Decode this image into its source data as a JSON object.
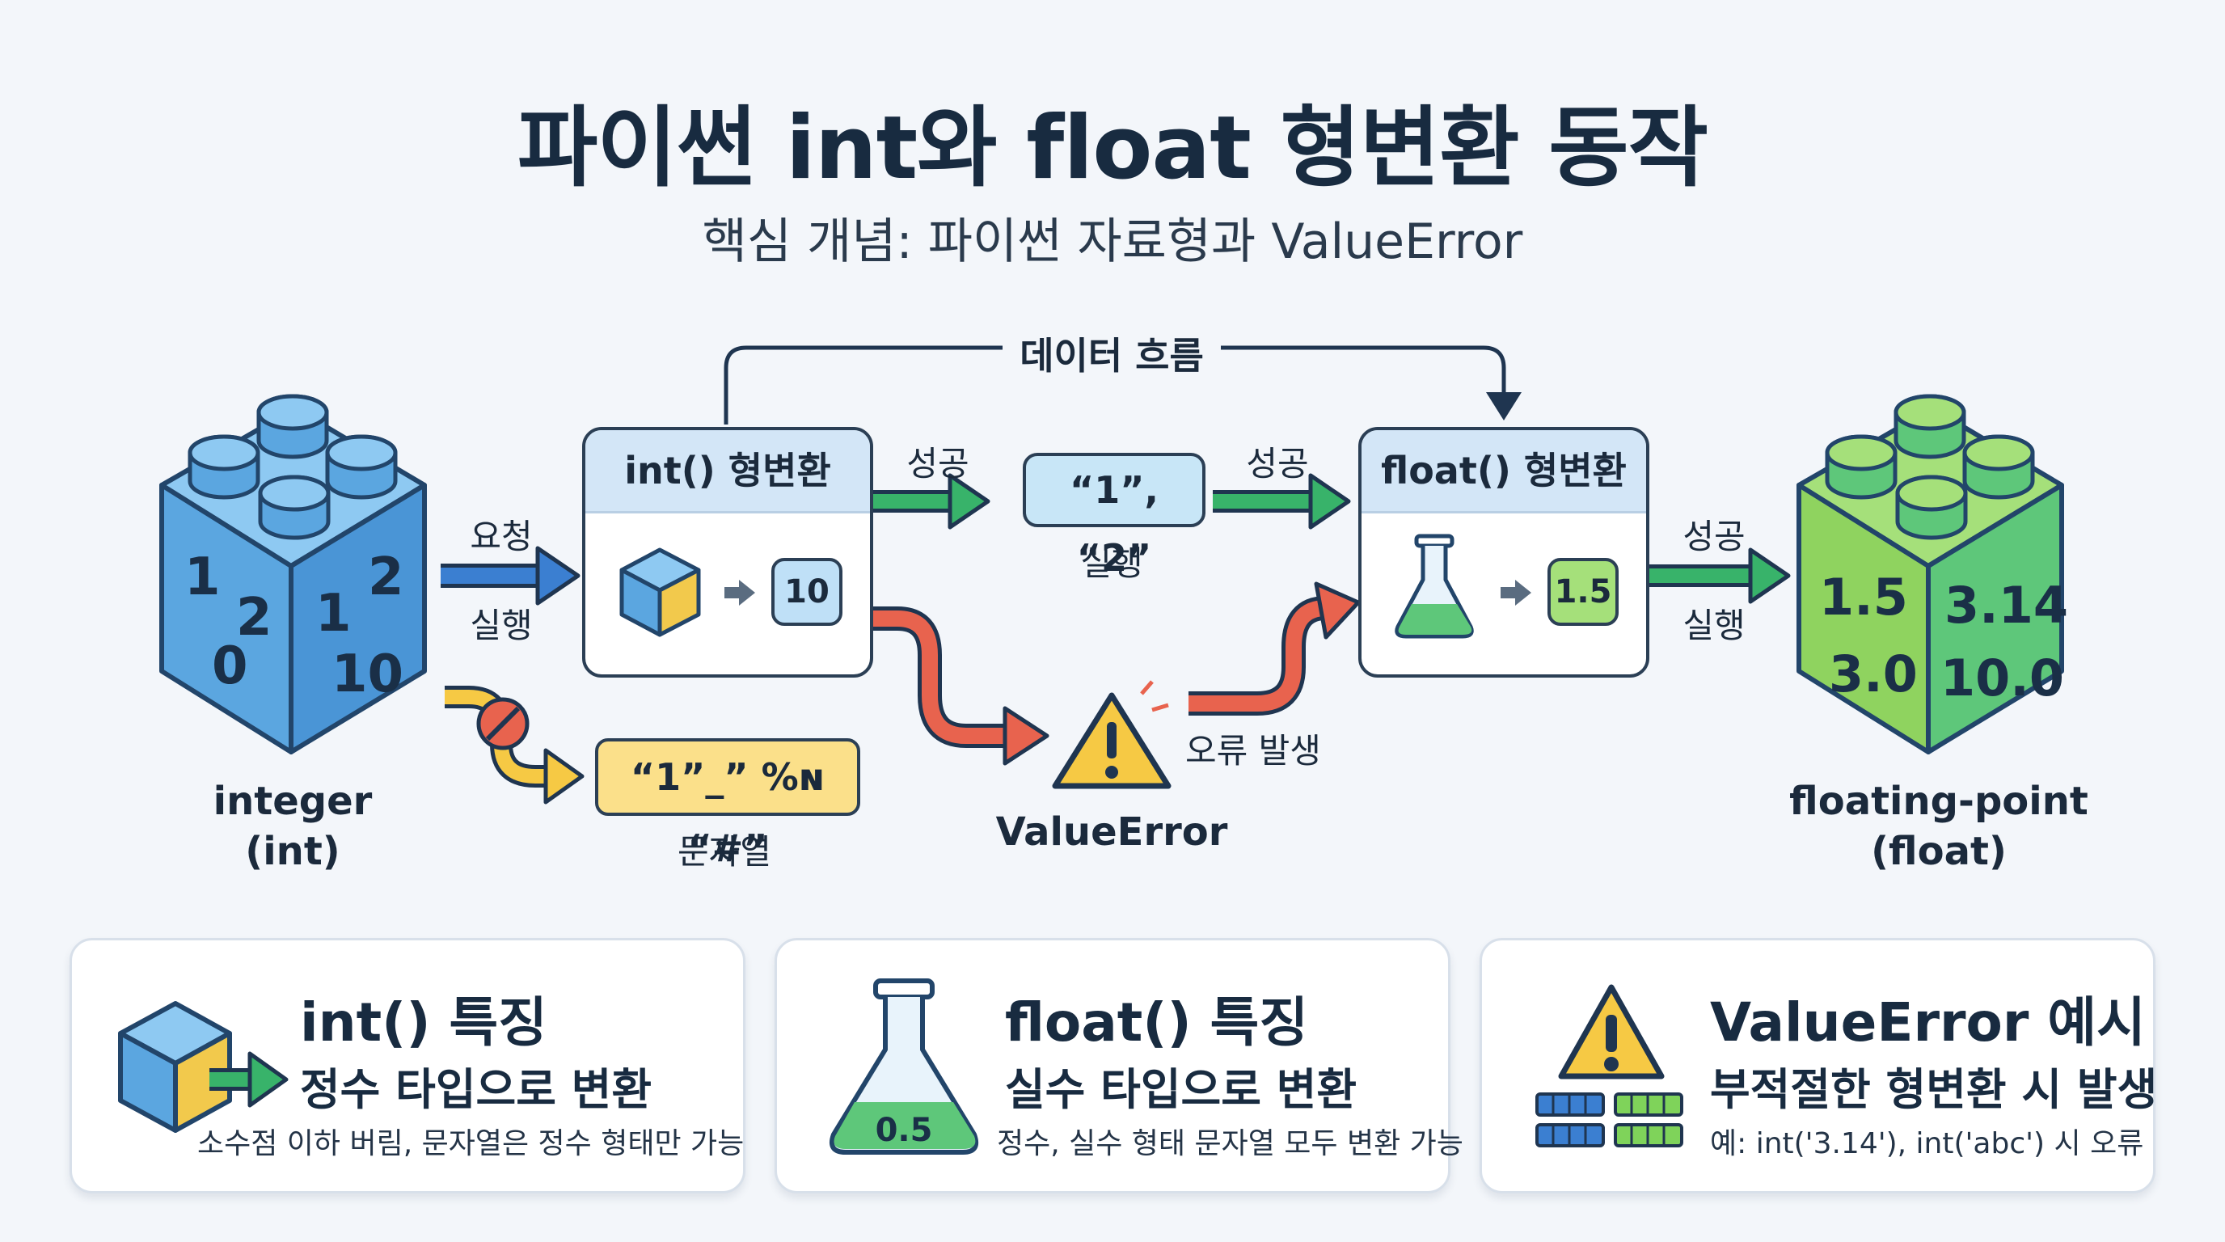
{
  "title": "파이썬 int와 float 형변환 동작",
  "subtitle": "핵심 개념: 파이썬 자료형과 ValueError",
  "flow_label": "데이터 흐름",
  "int_cube": {
    "numbers": [
      "1",
      "2",
      "0",
      "1",
      "2",
      "10"
    ],
    "label_line1": "integer",
    "label_line2": "(int)"
  },
  "float_cube": {
    "numbers": [
      "1.5",
      "3.0",
      "3.14",
      "10.0"
    ],
    "label_line1": "floating-point",
    "label_line2": "(float)"
  },
  "arrows": {
    "request": "요청",
    "execute1": "실행",
    "success1": "성공",
    "execute_mid": "실행",
    "success2": "성공",
    "success3": "성공",
    "execute3": "실행",
    "error_occur": "오류 발생"
  },
  "int_box": {
    "title": "int() 형변환",
    "result": "10"
  },
  "float_box": {
    "title": "float() 형변환",
    "result": "1.5"
  },
  "string_pill": {
    "text": "“1”, “2”"
  },
  "bad_string": {
    "text": "“1”_” %ɴ “#”",
    "label": "문자열"
  },
  "error": {
    "label": "ValueError"
  },
  "cards": [
    {
      "title": "int() 특징",
      "subtitle": "정수 타입으로 변환",
      "desc": "소수점 이하 버림, 문자열은 정수 형태만 가능"
    },
    {
      "title": "float() 특징",
      "subtitle": "실수 타입으로 변환",
      "desc": "정수, 실수 형태 문자열 모두 변환 가능",
      "flask_value": "0.5"
    },
    {
      "title": "ValueError 예시",
      "subtitle": "부적절한 형변환 시 발생",
      "desc": "예: int('3.14'), int('abc') 시 오류"
    }
  ],
  "colors": {
    "int_blue": "#5ba6e0",
    "float_green": "#7fd35a",
    "success_green": "#38b36a",
    "error_red": "#e8634e",
    "warning_yellow": "#f6c944",
    "request_blue": "#3b7fd1"
  }
}
